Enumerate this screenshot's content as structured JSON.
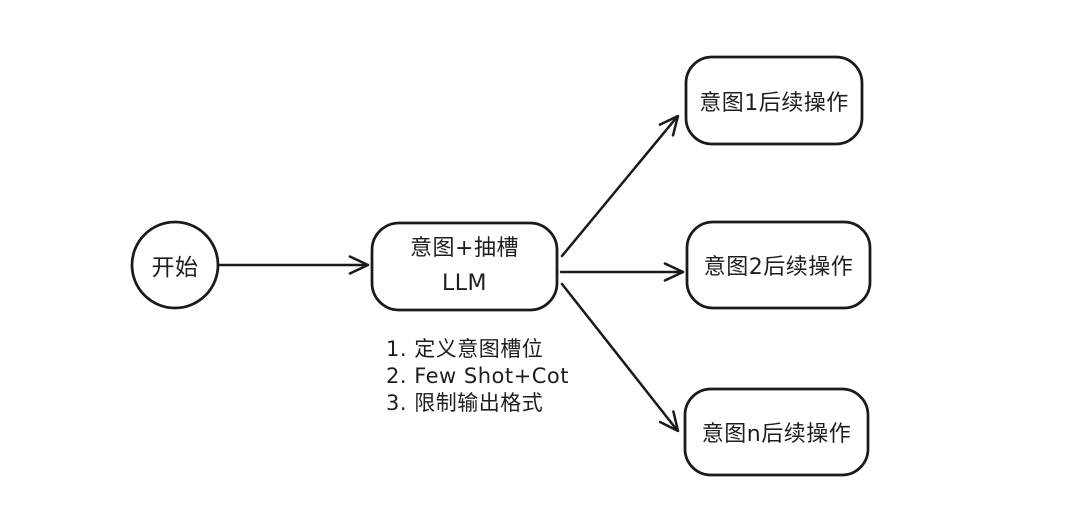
{
  "flow": {
    "start": {
      "label": "开始"
    },
    "llm_node": {
      "line1": "意图+抽槽",
      "line2": "LLM"
    },
    "notes": [
      "1. 定义意图槽位",
      "2. Few Shot+Cot",
      "3. 限制输出格式"
    ],
    "outcomes": [
      {
        "label": "意图1后续操作"
      },
      {
        "label": "意图2后续操作"
      },
      {
        "label": "意图n后续操作"
      }
    ],
    "colors": {
      "stroke": "#1a1a1a",
      "text": "#1e1e1e",
      "background": "#ffffff"
    }
  }
}
